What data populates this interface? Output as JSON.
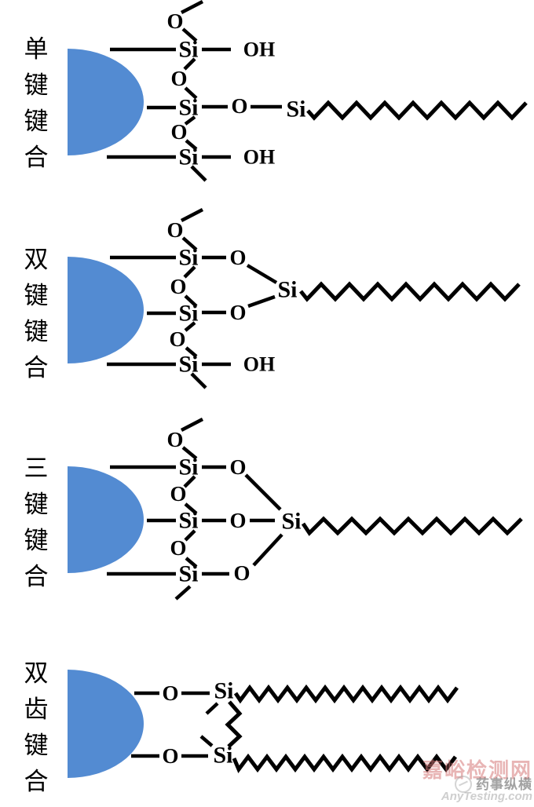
{
  "sections": [
    {
      "label": "单键键合",
      "chars": [
        "单",
        "键",
        "键",
        "合"
      ]
    },
    {
      "label": "双键键合",
      "chars": [
        "双",
        "键",
        "键",
        "合"
      ]
    },
    {
      "label": "三键键合",
      "chars": [
        "三",
        "键",
        "键",
        "合"
      ]
    },
    {
      "label": "双齿键合",
      "chars": [
        "双",
        "齿",
        "键",
        "合"
      ]
    }
  ],
  "atoms": {
    "si": "Si",
    "o": "O",
    "oh": "OH"
  },
  "colors": {
    "particle": "#538bd2",
    "bond": "#000000",
    "watermark_pink": "#d67878",
    "watermark_gray": "#646464",
    "watermark_light": "#a5a5a5"
  },
  "watermark": {
    "site": "嘉峪检测网",
    "brand": "药事纵横",
    "url_text": "AnyTesting.com"
  }
}
